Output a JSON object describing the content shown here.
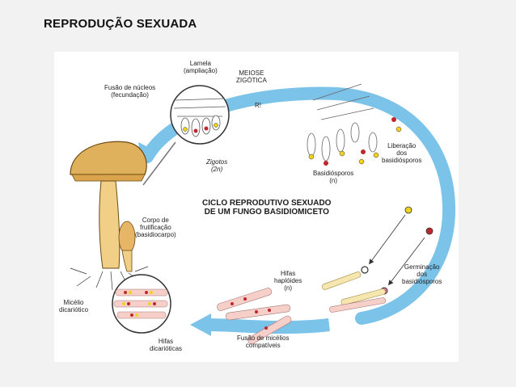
{
  "slide": {
    "title": "REPRODUÇÃO SEXUADA"
  },
  "diagram": {
    "center_title_line1": "CICLO REPRODUTIVO SEXUADO",
    "center_title_line2": "DE UM FUNGO BASIDIOMICETO",
    "labels": {
      "lamela_line1": "Lamela",
      "lamela_line2": "(ampliação)",
      "meiose_line1": "MEIOSE",
      "meiose_line2": "ZIGÓTICA",
      "r_label": "R!",
      "fusao_nucleos_line1": "Fusão de núcleos",
      "fusao_nucleos_line2": "(fecundação)",
      "zigotos_line1": "Zigotos",
      "zigotos_line2": "(2n)",
      "basidiosporos_line1": "Basidiósporos",
      "basidiosporos_line2": "(n)",
      "liberacao_line1": "Liberação",
      "liberacao_line2": "dos",
      "liberacao_line3": "basidiósporos",
      "corpo_line1": "Corpo de",
      "corpo_line2": "frutificação",
      "corpo_line3": "(basidiocarpo)",
      "micelio_line1": "Micélio",
      "micelio_line2": "dicariótico",
      "hifas_dic_line1": "Hifas",
      "hifas_dic_line2": "dicarióticas",
      "hifas_hap_line1": "Hifas",
      "hifas_hap_line2": "haplóides",
      "hifas_hap_line3": "(n)",
      "fusao_micelios_line1": "Fusão de micélios",
      "fusao_micelios_line2": "compatíveis",
      "germinacao_line1": "Germinação",
      "germinacao_line2": "dos",
      "germinacao_line3": "basidiósporos"
    },
    "colors": {
      "cycle_ring": "#7cc3ea",
      "cap": "#e0b15c",
      "stalk": "#f2cf86",
      "red_nucleus": "#c0262d",
      "yellow_nucleus": "#f2d21c",
      "hypha": "#f6cfc8"
    }
  }
}
